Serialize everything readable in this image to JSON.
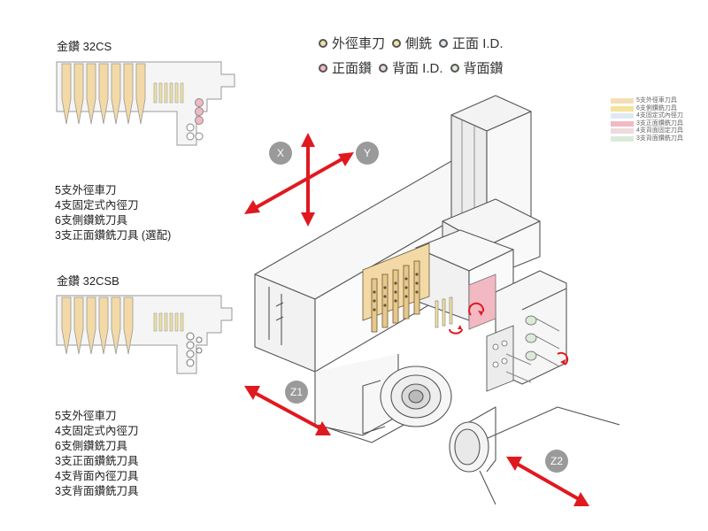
{
  "models": [
    {
      "title": "金鑽 32CS",
      "specs": [
        "5支外徑車刀",
        "4支固定式內徑刀",
        "6支側鑽銑刀具",
        "3支正面鑽銑刀具 (選配)"
      ]
    },
    {
      "title": "金鑽 32CSB",
      "specs": [
        "5支外徑車刀",
        "4支固定式內徑刀",
        "6支側鑽銑刀具",
        "3支正面鑽銑刀具",
        "4支背面內徑刀具",
        "3支背面鑽銑刀具"
      ]
    }
  ],
  "legend_top": {
    "row1": [
      {
        "label": "外徑車刀",
        "color": "#f3ddb0"
      },
      {
        "label": "側銑",
        "color": "#f1e3a0"
      },
      {
        "label": "正面 I.D.",
        "color": "#dce8f2"
      }
    ],
    "row2": [
      {
        "label": "正面鑽",
        "color": "#f2b9c2"
      },
      {
        "label": "背面 I.D.",
        "color": "#ead9dd"
      },
      {
        "label": "背面鑽",
        "color": "#dcead8"
      }
    ]
  },
  "legend_small": [
    {
      "label": "5支外徑車刀具",
      "color": "#f6deb4"
    },
    {
      "label": "6支側鑽銑刀具",
      "color": "#f4e39a"
    },
    {
      "label": "4支固定式內徑刀",
      "color": "#dfe9f3"
    },
    {
      "label": "3支正面鑽銑刀具",
      "color": "#f3b9c3"
    },
    {
      "label": "4支背面固定刀具",
      "color": "#eddbe0"
    },
    {
      "label": "3支背面鑽銑刀具",
      "color": "#dcebd9"
    }
  ],
  "axes": {
    "x": "X",
    "y": "Y",
    "z1": "Z1",
    "z2": "Z2"
  },
  "colors": {
    "arrow": "#e0191f",
    "badge": "#9a9a9a",
    "tool": "#f3d9a6",
    "outline": "#555555"
  }
}
